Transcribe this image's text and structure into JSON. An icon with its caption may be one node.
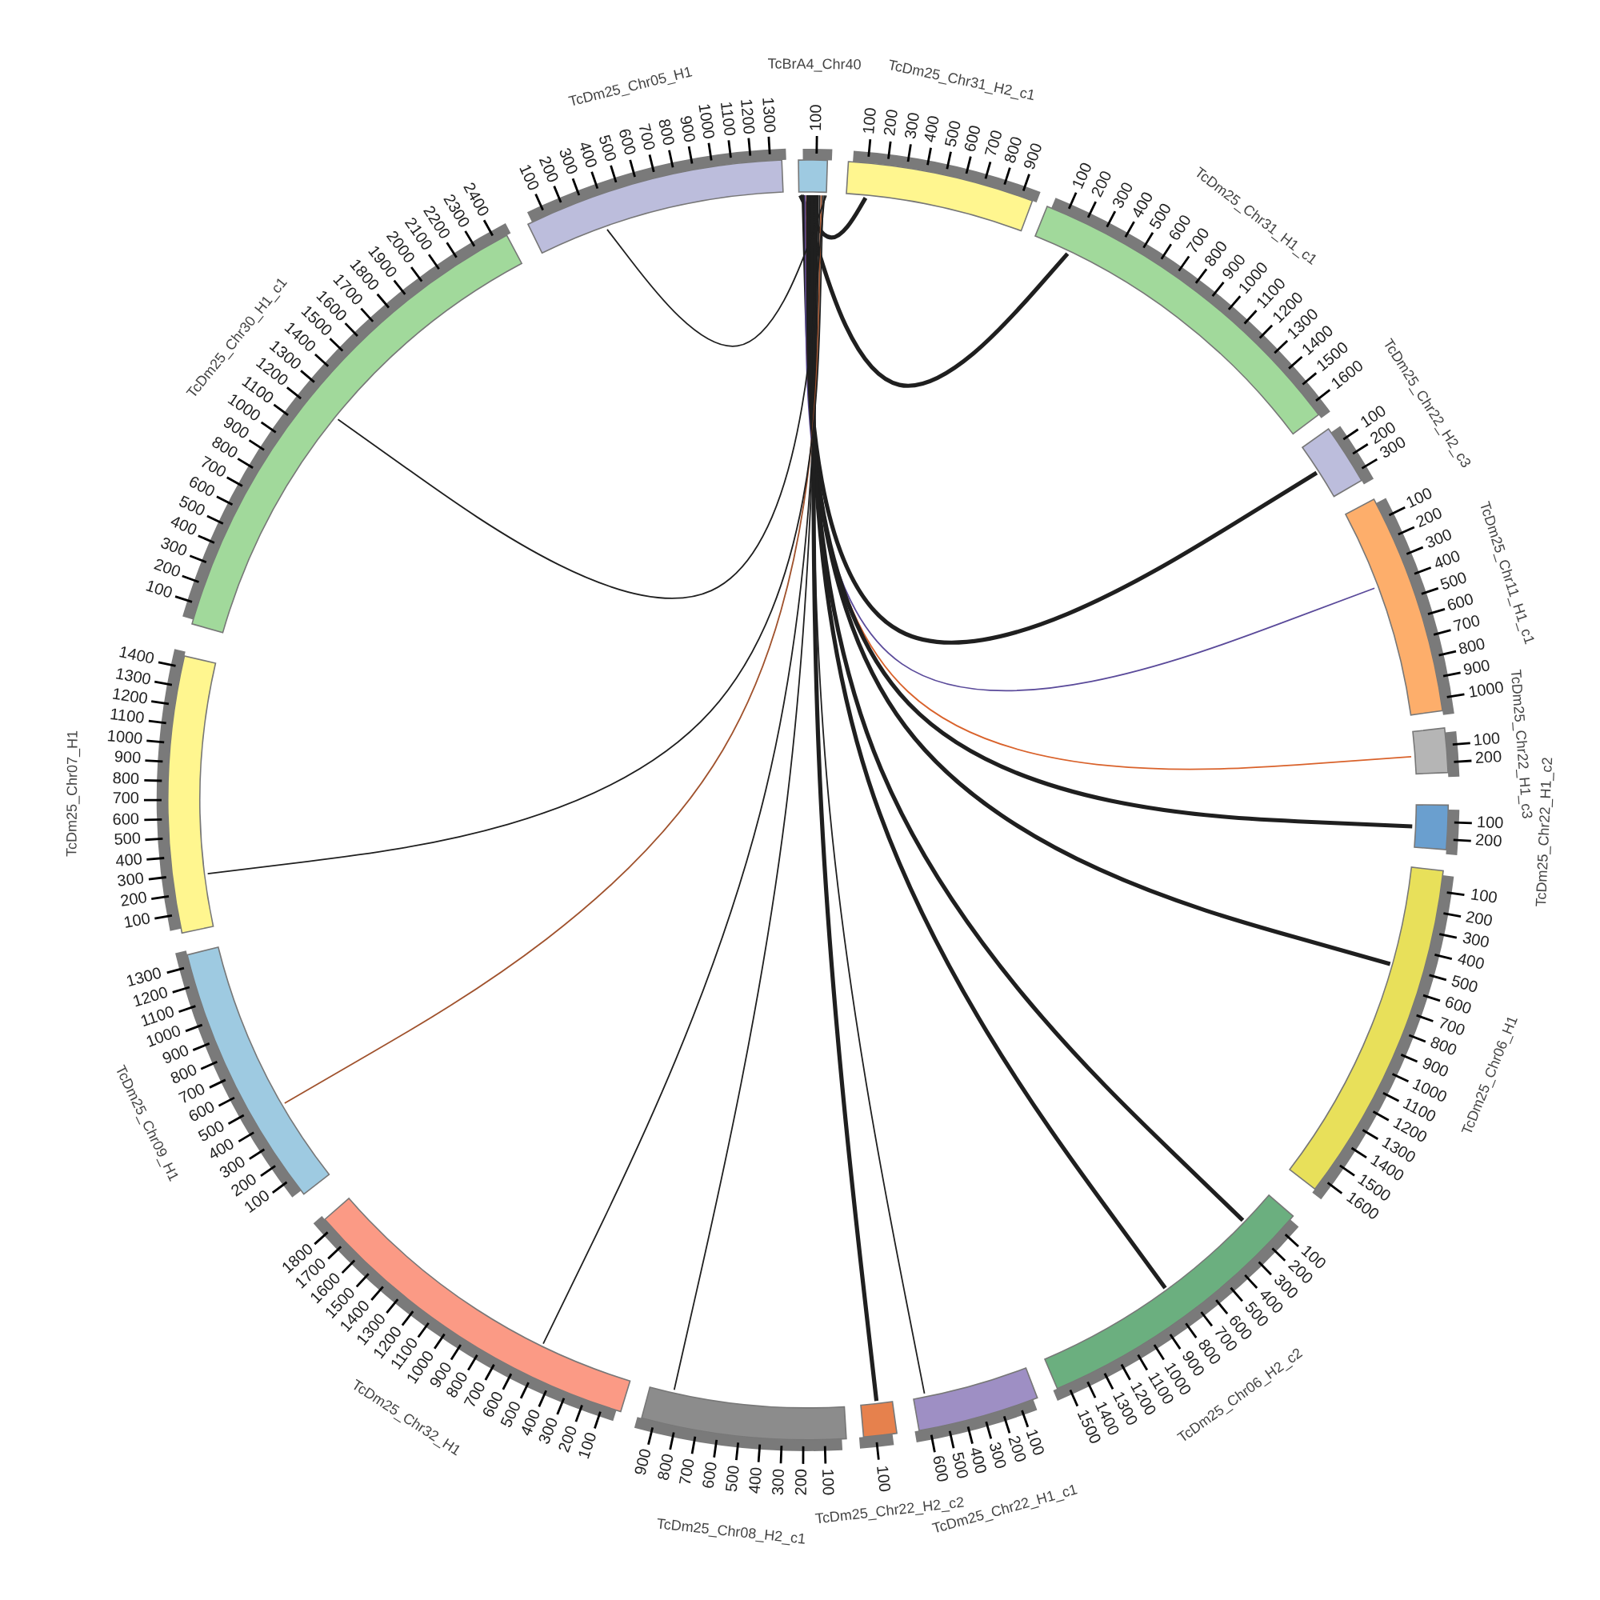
{
  "diagram": {
    "nodes": [
      {
        "text": [
          "TcBrA4_Chr40",
          "100"
        ]
      },
      {
        "text": [
          "TcDm25_Chr31_H2_c1"
        ],
        "beside": [
          "100",
          "200",
          "300",
          "400",
          "500",
          "600",
          "700",
          "800",
          "900"
        ]
      },
      {
        "text": [
          "TcDm25_Chr31_H1_c1"
        ],
        "beside": [
          "100",
          "200",
          "300",
          "400",
          "500",
          "600",
          "700",
          "800",
          "900",
          "1000",
          "1100",
          "1200",
          "1300",
          "1400",
          "1500",
          "1600"
        ]
      },
      {
        "text": [
          "TcDm25_Chr22_H2_c3"
        ],
        "beside": [
          "100",
          "200",
          "300"
        ]
      },
      {
        "text": [
          "TcDm25_Chr11_H1_c1"
        ],
        "beside": [
          "100",
          "200",
          "300",
          "400",
          "500",
          "600",
          "700",
          "800",
          "900",
          "1000"
        ]
      },
      {
        "text": [
          "TcDm25_Chr22_H1_c3"
        ],
        "beside": [
          "100",
          "200"
        ]
      },
      {
        "text": [
          "TcDm25_Chr22_H1_c2"
        ],
        "beside": [
          "100",
          "200"
        ]
      },
      {
        "text": [
          "TcDm25_Chr06_H1"
        ],
        "beside": [
          "100",
          "200",
          "300",
          "400",
          "500",
          "600",
          "700",
          "800",
          "900",
          "1000",
          "1100",
          "1200",
          "1300",
          "1400",
          "1500",
          "1600"
        ]
      },
      {
        "text": [
          "TcDm25_Chr06_H2_c2"
        ],
        "beside": [
          "100",
          "200",
          "300",
          "400",
          "500",
          "600",
          "700",
          "800",
          "900",
          "1000",
          "1100",
          "1200",
          "1300",
          "1400",
          "1500"
        ]
      },
      {
        "text": [
          "TcDm25_Chr22_H1_c1"
        ],
        "beside": [
          "100",
          "200",
          "300",
          "400",
          "500",
          "600"
        ]
      },
      {
        "text": [
          "TcDm25_Chr22_H2_c2"
        ],
        "beside": [
          "100"
        ]
      },
      {
        "text": [
          "TcDm25_Chr08_H2_c1"
        ],
        "beside": [
          "100",
          "200",
          "300",
          "400",
          "500",
          "600",
          "700",
          "800",
          "900"
        ]
      },
      {
        "text": [
          "TcDm25_Chr32_H1"
        ],
        "beside": [
          "100",
          "200",
          "300",
          "400",
          "500",
          "600",
          "700",
          "800",
          "900",
          "1000",
          "1100",
          "1200",
          "1300",
          "1400",
          "1500",
          "1600",
          "1700",
          "1800"
        ]
      },
      {
        "text": [
          "TcDm25_Chr09_H1"
        ],
        "beside": [
          "100",
          "200",
          "300",
          "400",
          "500",
          "600",
          "700",
          "800",
          "900",
          "1000",
          "1100",
          "1200",
          "1300"
        ]
      },
      {
        "text": [
          "TcDm25_Chr07_H1"
        ],
        "beside": [
          "100",
          "200",
          "300",
          "400",
          "500",
          "600",
          "700",
          "800",
          "900",
          "1000",
          "1100",
          "1200",
          "1300",
          "1400"
        ]
      },
      {
        "text": [
          "TcDm25_Chr30_H1_c1"
        ],
        "beside": [
          "100",
          "200",
          "300",
          "400",
          "500",
          "600",
          "700",
          "800",
          "900",
          "1000",
          "1100",
          "1200",
          "1300",
          "1400",
          "1500",
          "1600",
          "1700",
          "1800",
          "1900",
          "2000",
          "2100",
          "2200",
          "2300",
          "2400"
        ]
      },
      {
        "text": [
          "TcDm25_Chr05_H1"
        ],
        "beside": [
          "100",
          "200",
          "300",
          "400",
          "500",
          "600",
          "700",
          "800",
          "900",
          "1000",
          "1100",
          "1200",
          "1300"
        ]
      }
    ],
    "edges": [
      {
        "from": 0,
        "to": 1,
        "arrow": "none",
        "style": "thick"
      },
      {
        "from": 0,
        "to": 2,
        "arrow": "none",
        "style": "thick"
      },
      {
        "from": 0,
        "to": 3,
        "arrow": "none",
        "style": "thick"
      },
      {
        "from": 0,
        "to": 4,
        "arrow": "none",
        "color": "#5a4a9a"
      },
      {
        "from": 0,
        "to": 5,
        "arrow": "none",
        "color": "#d9622b"
      },
      {
        "from": 0,
        "to": 6,
        "arrow": "none",
        "style": "thick"
      },
      {
        "from": 0,
        "to": 7,
        "arrow": "none",
        "style": "thick"
      },
      {
        "from": 0,
        "to": 8,
        "arrow": "none",
        "style": "thick"
      },
      {
        "from": 0,
        "to": 8,
        "arrow": "none",
        "style": "thick"
      },
      {
        "from": 0,
        "to": 9,
        "arrow": "none"
      },
      {
        "from": 0,
        "to": 10,
        "arrow": "none",
        "style": "thick"
      },
      {
        "from": 0,
        "to": 11,
        "arrow": "none"
      },
      {
        "from": 0,
        "to": 12,
        "arrow": "none"
      },
      {
        "from": 0,
        "to": 13,
        "arrow": "none",
        "color": "#a0522d"
      },
      {
        "from": 0,
        "to": 14,
        "arrow": "none"
      },
      {
        "from": 0,
        "to": 15,
        "arrow": "none"
      },
      {
        "from": 0,
        "to": 16,
        "arrow": "none"
      }
    ]
  }
}
